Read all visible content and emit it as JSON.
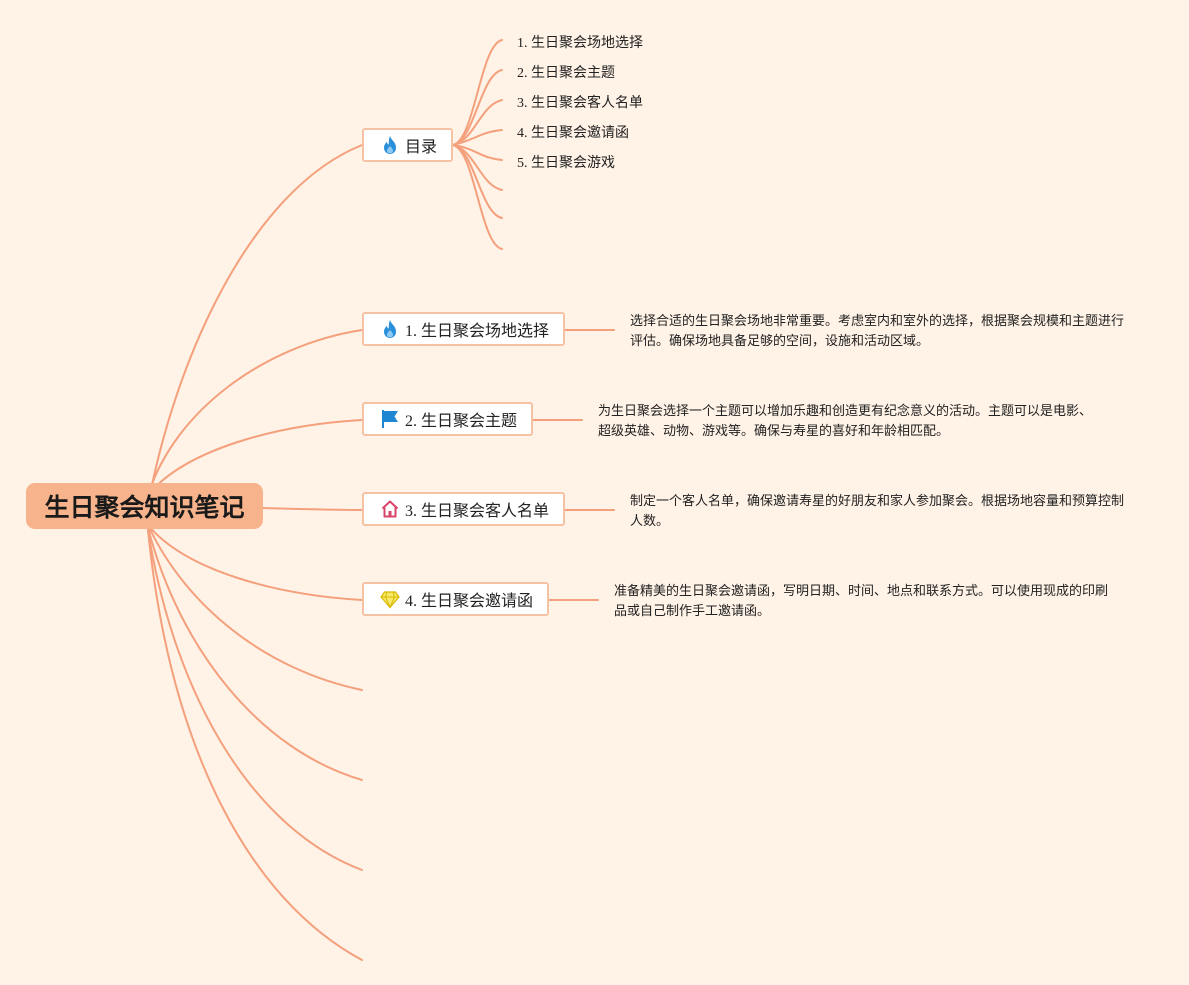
{
  "root": {
    "title": "生日聚会知识笔记"
  },
  "toc": {
    "label": "目录",
    "icon": "flame-icon",
    "items": [
      "1. 生日聚会场地选择",
      "2. 生日聚会主题",
      "3. 生日聚会客人名单",
      "4. 生日聚会邀请函",
      "5. 生日聚会游戏"
    ]
  },
  "topics": [
    {
      "label": "1. 生日聚会场地选择",
      "icon": "flame-icon",
      "description": "选择合适的生日聚会场地非常重要。考虑室内和室外的选择，根据聚会规模和主题进行评估。确保场地具备足够的空间，设施和活动区域。"
    },
    {
      "label": "2. 生日聚会主题",
      "icon": "flag-icon",
      "description": "为生日聚会选择一个主题可以增加乐趣和创造更有纪念意义的活动。主题可以是电影、超级英雄、动物、游戏等。确保与寿星的喜好和年龄相匹配。"
    },
    {
      "label": "3. 生日聚会客人名单",
      "icon": "house-icon",
      "description": "制定一个客人名单，确保邀请寿星的好朋友和家人参加聚会。根据场地容量和预算控制人数。"
    },
    {
      "label": "4. 生日聚会邀请函",
      "icon": "diamond-icon",
      "description": "准备精美的生日聚会邀请函，写明日期、时间、地点和联系方式。可以使用现成的印刷品或自己制作手工邀请函。"
    }
  ],
  "colors": {
    "background": "#fff2e6",
    "connector": "#f4a07c",
    "root_fill": "#f7b48c",
    "node_border": "#f6c2a4",
    "flame": "#2a8fd8",
    "flag": "#1f86d2",
    "house": "#d9456a",
    "diamond": "#f2d81c"
  }
}
